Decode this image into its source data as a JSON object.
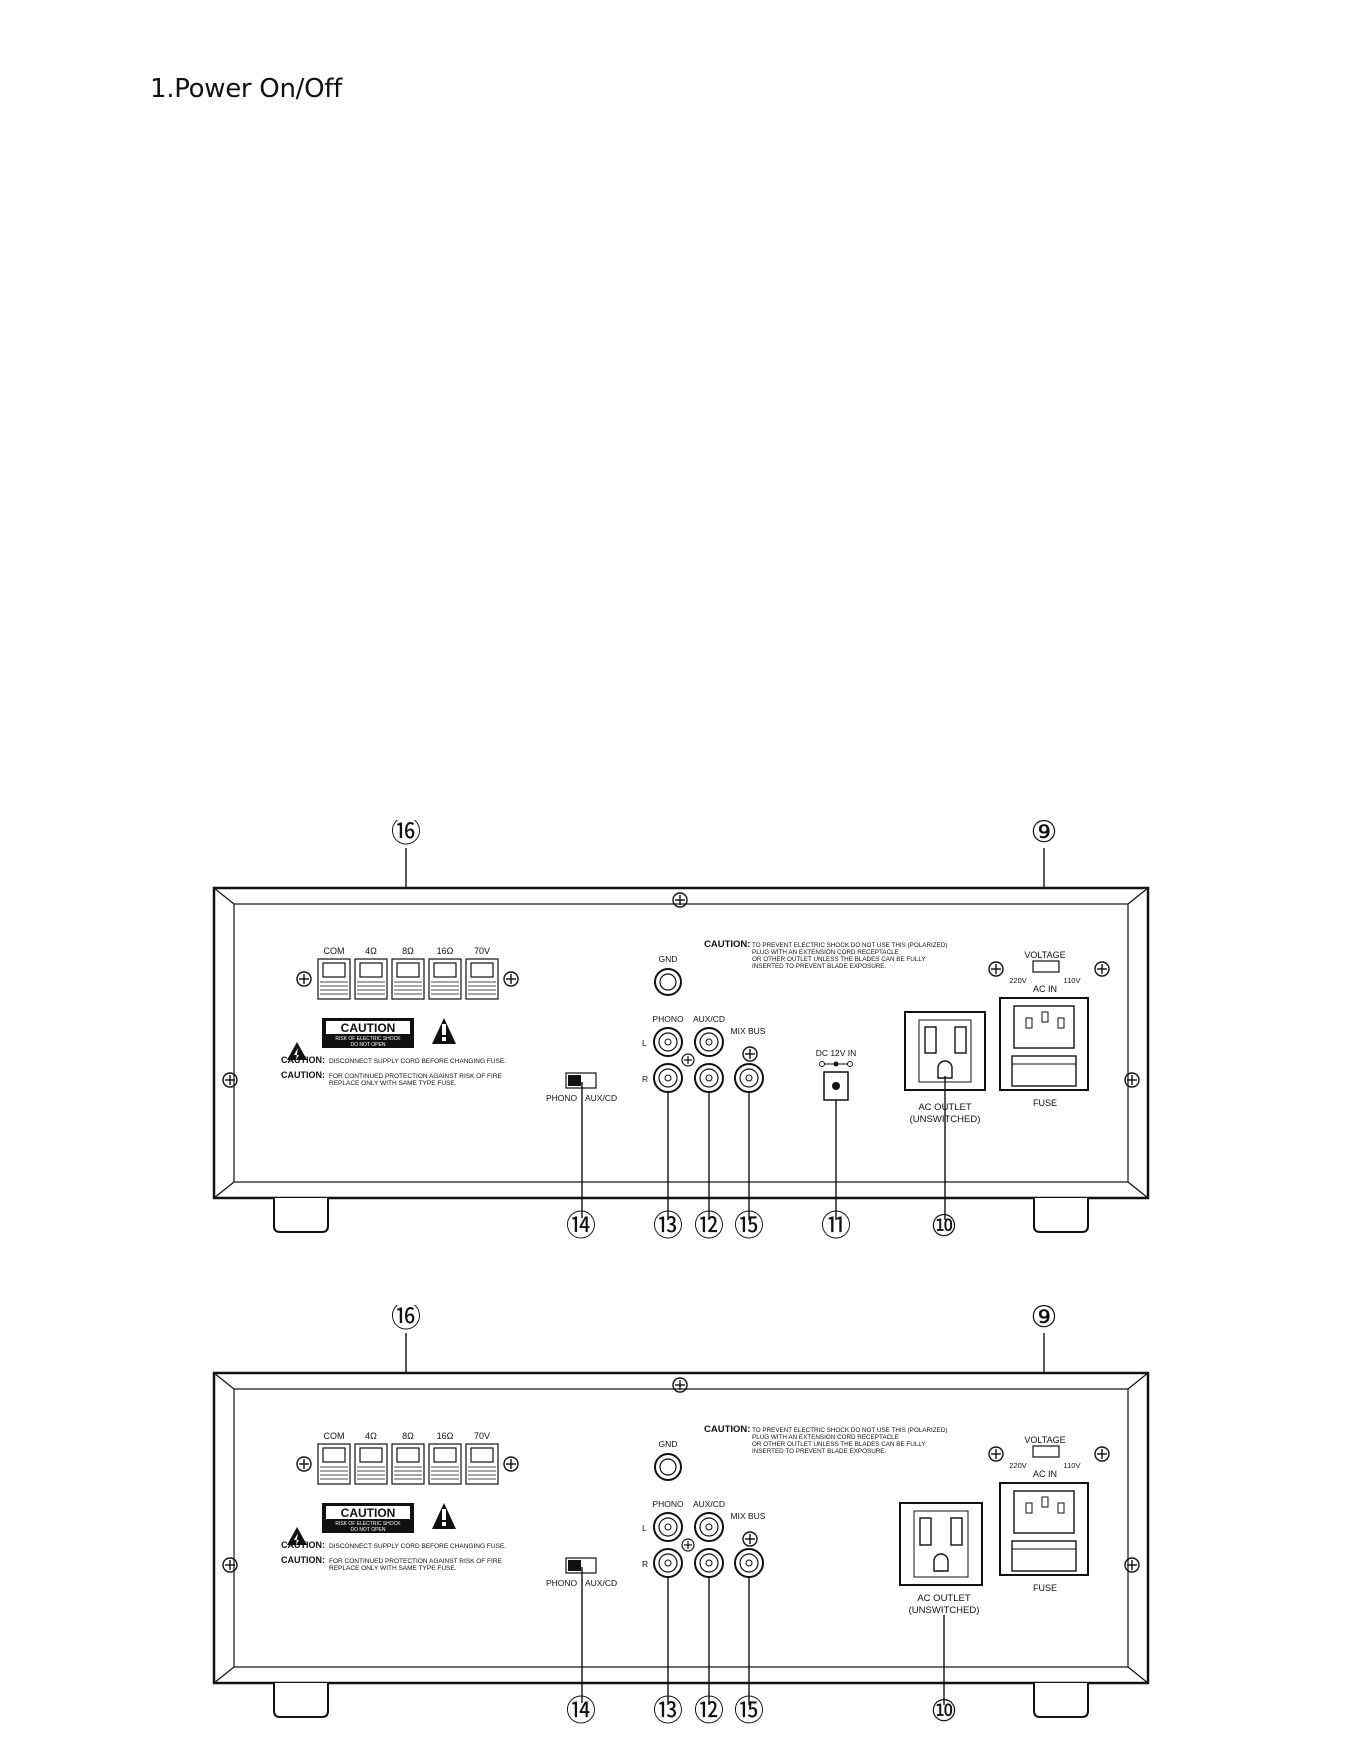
{
  "page": {
    "title": "1.Power On/Off"
  },
  "panel": {
    "terminal_labels": [
      "COM",
      "4Ω",
      "8Ω",
      "16Ω",
      "70V"
    ],
    "gnd": "GND",
    "caution_main": "CAUTION:",
    "caution_polarized": [
      "TO PREVENT ELECTRIC SHOCK DO NOT USE THIS (POLARIZED)",
      "PLUG WITH AN EXTENSION CORD RECEPTACLE",
      "OR OTHER OUTLET UNLESS THE BLADES CAN BE FULLY",
      "INSERTED TO PREVENT BLADE EXPOSURE."
    ],
    "voltage": "VOLTAGE",
    "v220": "220V",
    "v110": "110V",
    "ac_in": "AC IN",
    "fuse": "FUSE",
    "ac_outlet": [
      "AC OUTLET",
      "(UNSWITCHED)"
    ],
    "caution_badge": "CAUTION",
    "caution_badge_sub": [
      "RISK OF ELECTRIC SHOCK",
      "DO NOT OPEN"
    ],
    "caution_label": "CAUTION:",
    "caution_fuse": "DISCONNECT SUPPLY CORD BEFORE CHANGING FUSE.",
    "caution_fire": [
      "FOR CONTINUED PROTECTION AGAINST RISK OF FIRE",
      "REPLACE ONLY WITH SAME TYPE FUSE."
    ],
    "phono": "PHONO",
    "aux_cd": "AUX/CD",
    "mix_bus": "MIX BUS",
    "ch_l": "L",
    "ch_r": "R",
    "switch_phono": "PHONO",
    "switch_aux": "AUX/CD",
    "dc_in": "DC 12V IN"
  },
  "figure1": {
    "callouts_top": [
      "⑯",
      "⑨"
    ],
    "callouts_bottom": [
      "⑭",
      "⑬",
      "⑫",
      "⑮",
      "⑪",
      "⑩"
    ]
  },
  "figure2": {
    "callouts_top": [
      "⑯",
      "⑨"
    ],
    "callouts_bottom": [
      "⑭",
      "⑬",
      "⑫",
      "⑮",
      "⑩"
    ]
  }
}
